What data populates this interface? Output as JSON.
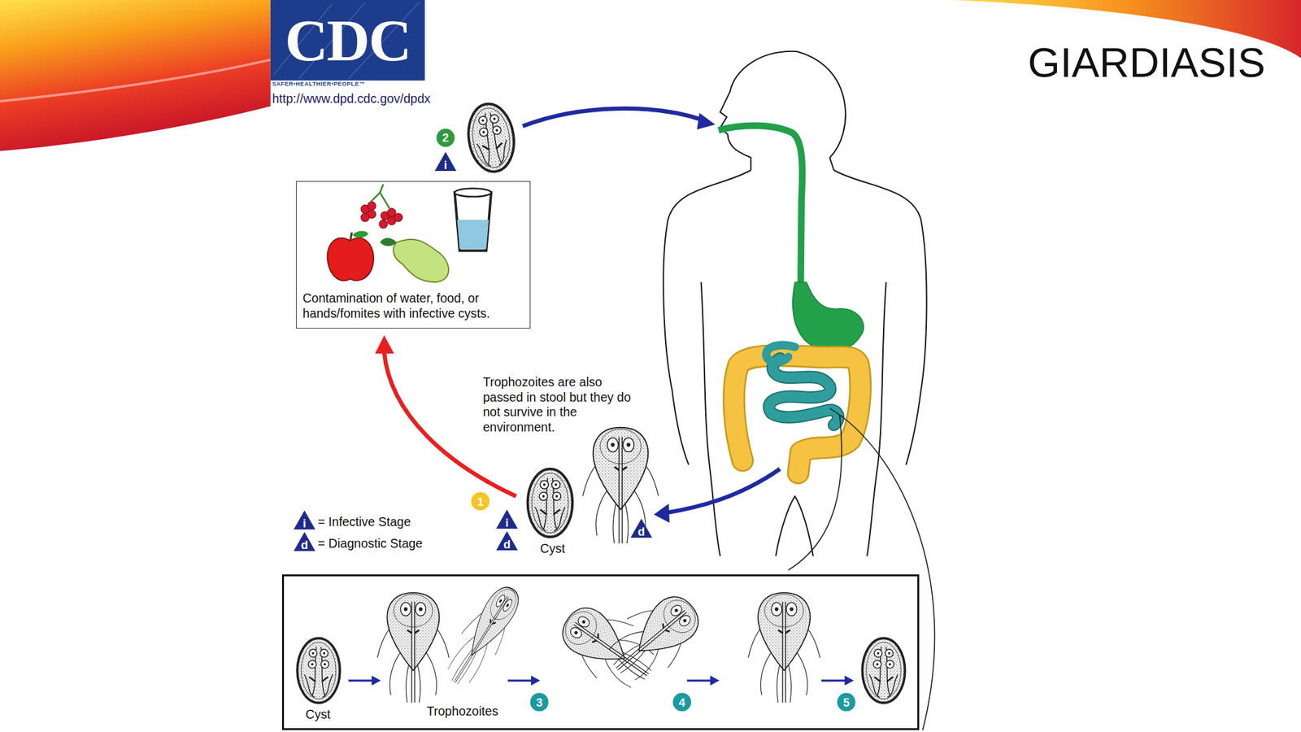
{
  "diagram": {
    "title": "GIARDIASIS",
    "nodes": [
      {
        "text": [
          "CDC",
          "SAFER•HEALTHIER•PEOPLE™"
        ]
      },
      {
        "text": [
          "Contamination of water, food, or hands/fomites with infective cysts."
        ]
      },
      {
        "text": [
          "Cyst",
          "Trophozoites"
        ]
      }
    ],
    "labels": [
      "http://www.dpd.cdc.gov/dpdx",
      "2",
      "i",
      "Trophozoites are also passed in stool but they do not survive in the environment.",
      "1",
      "i",
      "i",
      "d",
      "d",
      "d",
      "Cyst",
      "3",
      "4",
      "5"
    ],
    "legend": [
      {
        "text": "= Infective Stage"
      },
      {
        "text": "= Diagnostic Stage"
      }
    ]
  }
}
